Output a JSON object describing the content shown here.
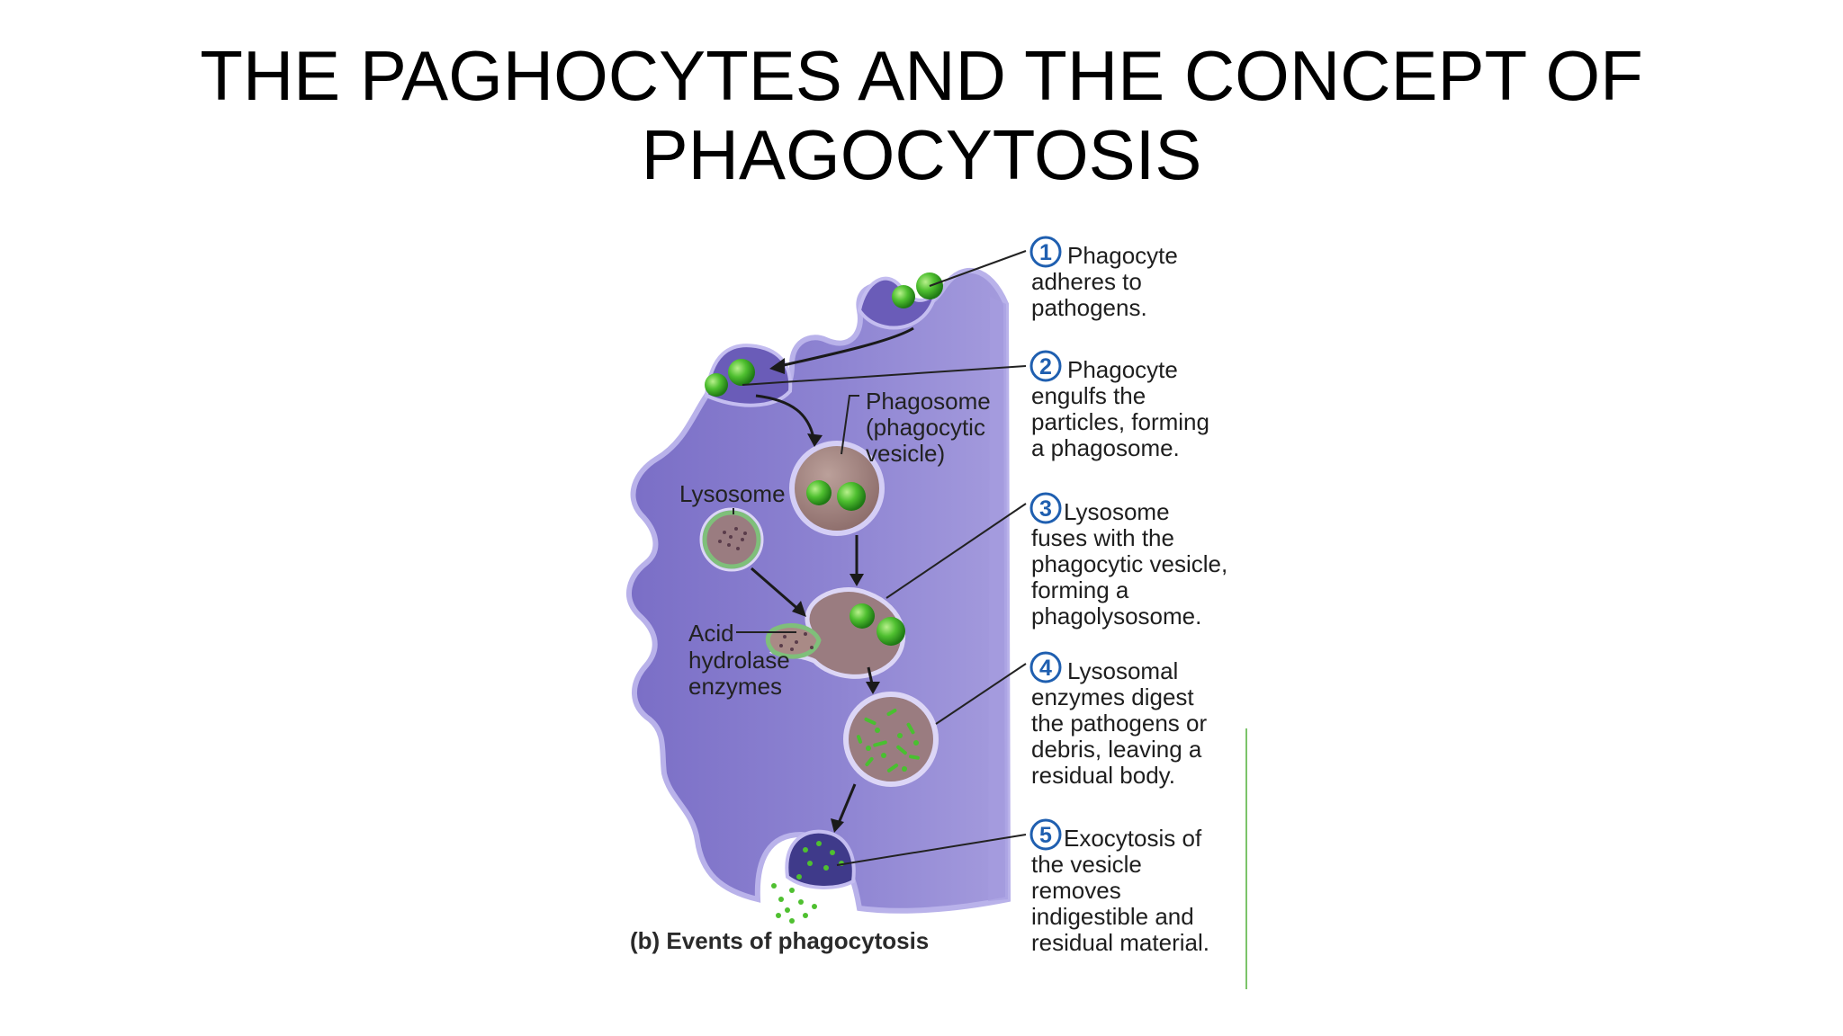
{
  "title": {
    "line1": "THE PAGHOCYTES AND THE CONCEPT OF",
    "line2": "PHAGOCYTOSIS"
  },
  "diagram": {
    "labels": {
      "phagosome": [
        "Phagosome",
        "(phagocytic",
        "vesicle)"
      ],
      "lysosome": "Lysosome",
      "acid_hydrolase": [
        "Acid",
        "hydrolase",
        "enzymes"
      ]
    },
    "caption": "(b) Events of phagocytosis",
    "steps": [
      {
        "num": "1",
        "lines": [
          "Phagocyte",
          "adheres to",
          "pathogens."
        ]
      },
      {
        "num": "2",
        "lines": [
          "Phagocyte",
          "engulfs the",
          "particles, forming",
          "a phagosome."
        ]
      },
      {
        "num": "3",
        "lines": [
          "Lysosome",
          "fuses with the",
          "phagocytic vesicle,",
          "forming a",
          "phagolysosome."
        ]
      },
      {
        "num": "4",
        "lines": [
          "Lysosomal",
          "enzymes digest",
          "the pathogens or",
          "debris, leaving a",
          "residual body."
        ]
      },
      {
        "num": "5",
        "lines": [
          "Exocytosis of",
          "the vesicle",
          "removes",
          "indigestible and",
          "residual material."
        ]
      }
    ],
    "colors": {
      "cell_fill": "#8e84d2",
      "cell_shade": "#7467bf",
      "cell_edge": "#b9b2ea",
      "vesicle_fill": "#a2847f",
      "pathogen": "#43b82c",
      "lysosome_rim": "#7fbf7a",
      "step_circle": "#1f5fb0",
      "leader_line": "#222222",
      "green_rule": "#7cc46a"
    }
  }
}
